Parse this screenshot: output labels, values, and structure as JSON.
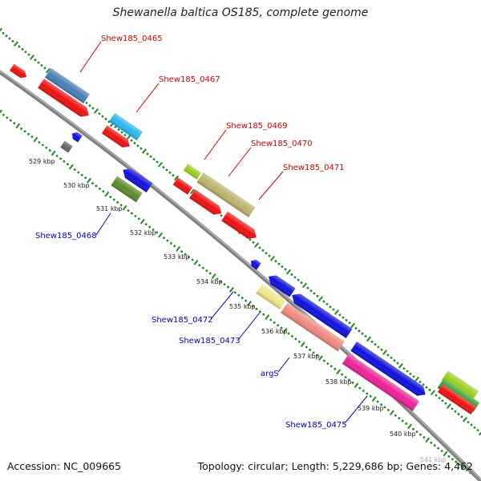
{
  "title": "Shewanella baltica OS185, complete genome",
  "accession": "Accession: NC_009665",
  "summary": "Topology: circular; Length: 5,229,686 bp; Genes: 4,462",
  "kbp_labels": [
    "529 kbp",
    "530 kbp",
    "531 kbp",
    "532 kbp",
    "533 kbp",
    "534 kbp",
    "535 kbp",
    "536 kbp",
    "537 kbp",
    "538 kbp",
    "539 kbp",
    "540 kbp",
    "541 kbp"
  ],
  "gene_labels_top": [
    "Shew185_0465",
    "Shew185_0467",
    "Shew185_0469",
    "Shew185_0470",
    "Shew185_0471"
  ],
  "gene_labels_bottom": [
    "Shew185_0468",
    "Shew185_0472",
    "Shew185_0473",
    "argS",
    "Shew185_0475"
  ],
  "colors": {
    "backbone": "#808080",
    "dotted_track": "#1f8a1f",
    "label_top": "#cc0000",
    "label_bottom": "#0000cc",
    "red": "#ee1111",
    "steelblue": "#4a7fb5",
    "skyblue": "#2ab8ee",
    "lime": "#9ad020",
    "khaki": "#bdb36f",
    "blue": "#1010dd",
    "olive": "#5f8a2a",
    "gray": "#666666",
    "paleyellow": "#f0e68c",
    "salmon": "#f08a80",
    "pink": "#ee2299",
    "green": "#2e9e2e"
  }
}
